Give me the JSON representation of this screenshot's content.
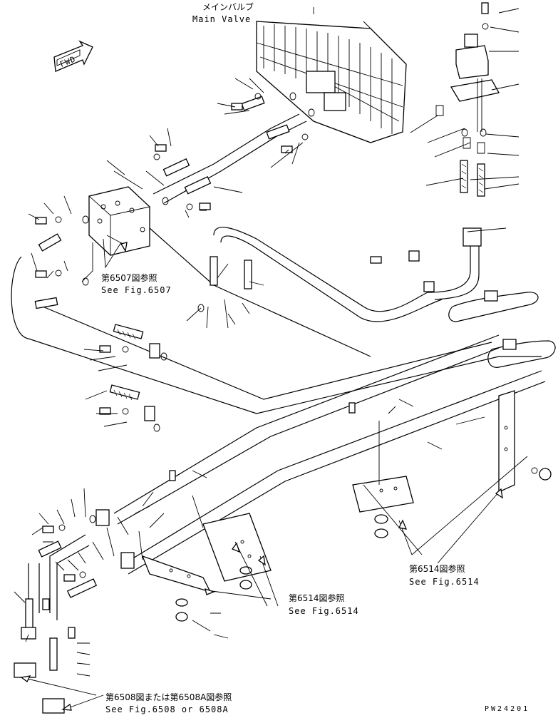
{
  "labels": {
    "main_valve_jp": "メインバルブ",
    "main_valve_en": "Main Valve",
    "fwd": "FWD",
    "ref_6507_jp": "第6507図参照",
    "ref_6507_en": "See Fig.6507",
    "ref_6514_right_jp": "第6514図参照",
    "ref_6514_right_en": "See Fig.6514",
    "ref_6514_center_jp": "第6514図参照",
    "ref_6514_center_en": "See Fig.6514",
    "ref_6508_jp": "第6508図または第6508A図参照",
    "ref_6508_en": "See Fig.6508 or 6508A",
    "drawing_no": "PW24201"
  },
  "colors": {
    "ink": "#000000",
    "paper": "#ffffff"
  }
}
